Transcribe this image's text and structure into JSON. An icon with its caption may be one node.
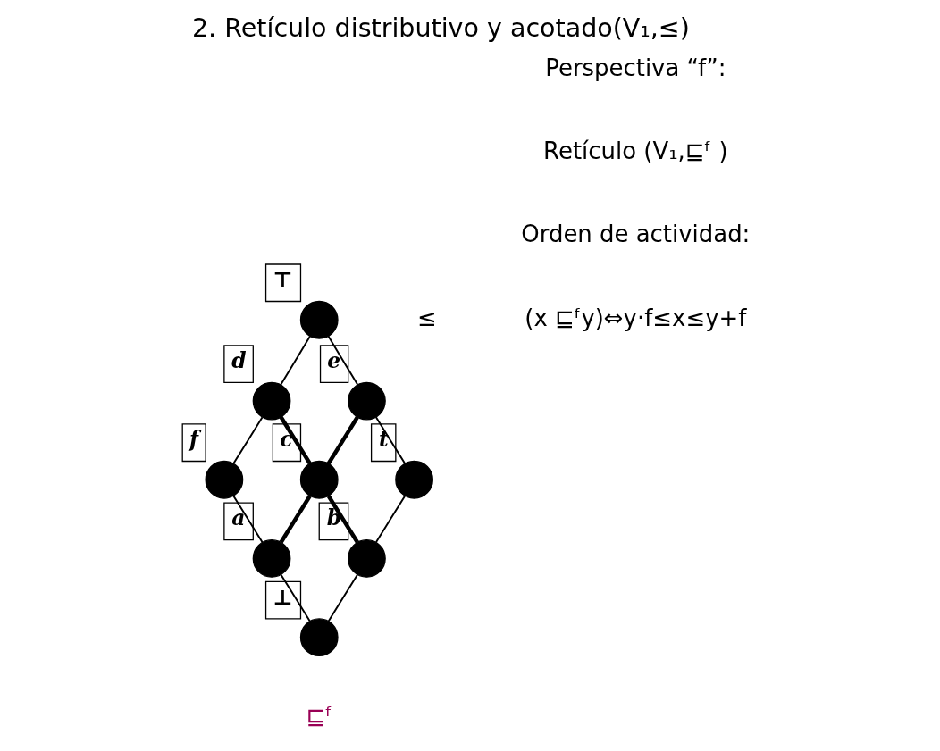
{
  "diagram": {
    "title": "2. Retículo distributivo y acotado(V₁,≤)",
    "nodes": [
      {
        "text": [
          "⊤"
        ]
      },
      {
        "text": [
          "d"
        ]
      },
      {
        "text": [
          "e"
        ]
      },
      {
        "text": [
          "f"
        ]
      },
      {
        "text": [
          "c"
        ]
      },
      {
        "text": [
          "t"
        ]
      },
      {
        "text": [
          "a"
        ]
      },
      {
        "text": [
          "b"
        ]
      },
      {
        "text": [
          "⊥"
        ]
      }
    ],
    "edges": [
      {
        "from": 0,
        "to": 1,
        "arrow": "none"
      },
      {
        "from": 0,
        "to": 2,
        "arrow": "none"
      },
      {
        "from": 1,
        "to": 3,
        "arrow": "none"
      },
      {
        "from": 1,
        "to": 4,
        "arrow": "none",
        "style": "thick"
      },
      {
        "from": 2,
        "to": 4,
        "arrow": "none",
        "style": "thick"
      },
      {
        "from": 2,
        "to": 5,
        "arrow": "none"
      },
      {
        "from": 3,
        "to": 6,
        "arrow": "none"
      },
      {
        "from": 4,
        "to": 6,
        "arrow": "none",
        "style": "thick"
      },
      {
        "from": 4,
        "to": 7,
        "arrow": "none",
        "style": "thick"
      },
      {
        "from": 5,
        "to": 7,
        "arrow": "none"
      },
      {
        "from": 6,
        "to": 8,
        "arrow": "none"
      },
      {
        "from": 7,
        "to": 8,
        "arrow": "none"
      }
    ],
    "labels": [
      "Perspectiva “f”:",
      "Retículo (V₁,⊑ᶠ )",
      "Orden de actividad:",
      "(x ⊑ᶠy)⇔y·f≤x≤y+f",
      "≤",
      "⊑ᶠ"
    ]
  }
}
